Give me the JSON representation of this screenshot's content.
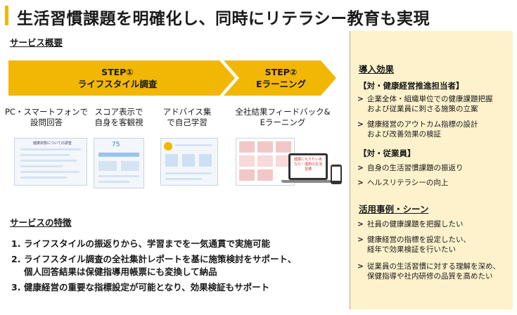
{
  "title": "生活習慣課題を明確化し、同時にリテラシー教育も実現",
  "overview": {
    "heading": "サービス概要",
    "steps": [
      {
        "line1": "STEP①",
        "line2": "ライフスタイル調査"
      },
      {
        "line1": "STEP②",
        "line2": "Eラーニング"
      }
    ],
    "features": [
      {
        "line1": "PC・スマートフォンで",
        "line2": "設問回答"
      },
      {
        "line1": "スコア表示で",
        "line2": "自身を客観視"
      },
      {
        "line1": "アドバイス集",
        "line2": "で自己学習"
      },
      {
        "line1": "全社結果フィードバック&",
        "line2": "Eラーニング"
      }
    ],
    "thumbnail_texts": {
      "score_value": "75",
      "elearn_screen": "健康になりたいあなた！理想の生活習慣",
      "thumb1_title": "健康状態についての調査"
    }
  },
  "characteristics": {
    "heading": "サービスの特徴",
    "items": [
      {
        "num": "1.",
        "lines": [
          "ライフスタイルの振返りから、学習までを一気通貫で実施可能"
        ]
      },
      {
        "num": "2.",
        "lines": [
          "ライフスタイル調査の全社集計レポートを基に施策検討をサポート、",
          "個人回答結果は保健指導用帳票にも変換して納品"
        ]
      },
      {
        "num": "3.",
        "lines": [
          "健康経営の重要な指標設定が可能となり、効果検証もサポート"
        ]
      }
    ]
  },
  "effects": {
    "heading": "導入効果",
    "groups": [
      {
        "label": "【対・健康経営推進担当者】",
        "items": [
          [
            "企業全体・組織単位での健康課題把握",
            "および従業員に刺さる施策の立案"
          ],
          [
            "健康経営のアウトカム指標の設計",
            "および改善効果の検証"
          ]
        ]
      },
      {
        "label": "【対・従業員】",
        "items": [
          [
            "自身の生活習慣課題の振返り"
          ],
          [
            "ヘルスリテラシーの向上"
          ]
        ]
      }
    ]
  },
  "usecases": {
    "heading": "活用事例・シーン",
    "items": [
      [
        "社員の健康課題を把握したい"
      ],
      [
        "健康経営の指標を設定したい、",
        "経年で効果検証を行いたい"
      ],
      [
        "従業員の生活習慣に対する理解を深め、",
        "保健指導や社内研修の品質を高めたい"
      ]
    ]
  },
  "colors": {
    "accent": "#f2b705",
    "right_panel": "#fdf2cc",
    "thumb": "#f3f7fc"
  }
}
